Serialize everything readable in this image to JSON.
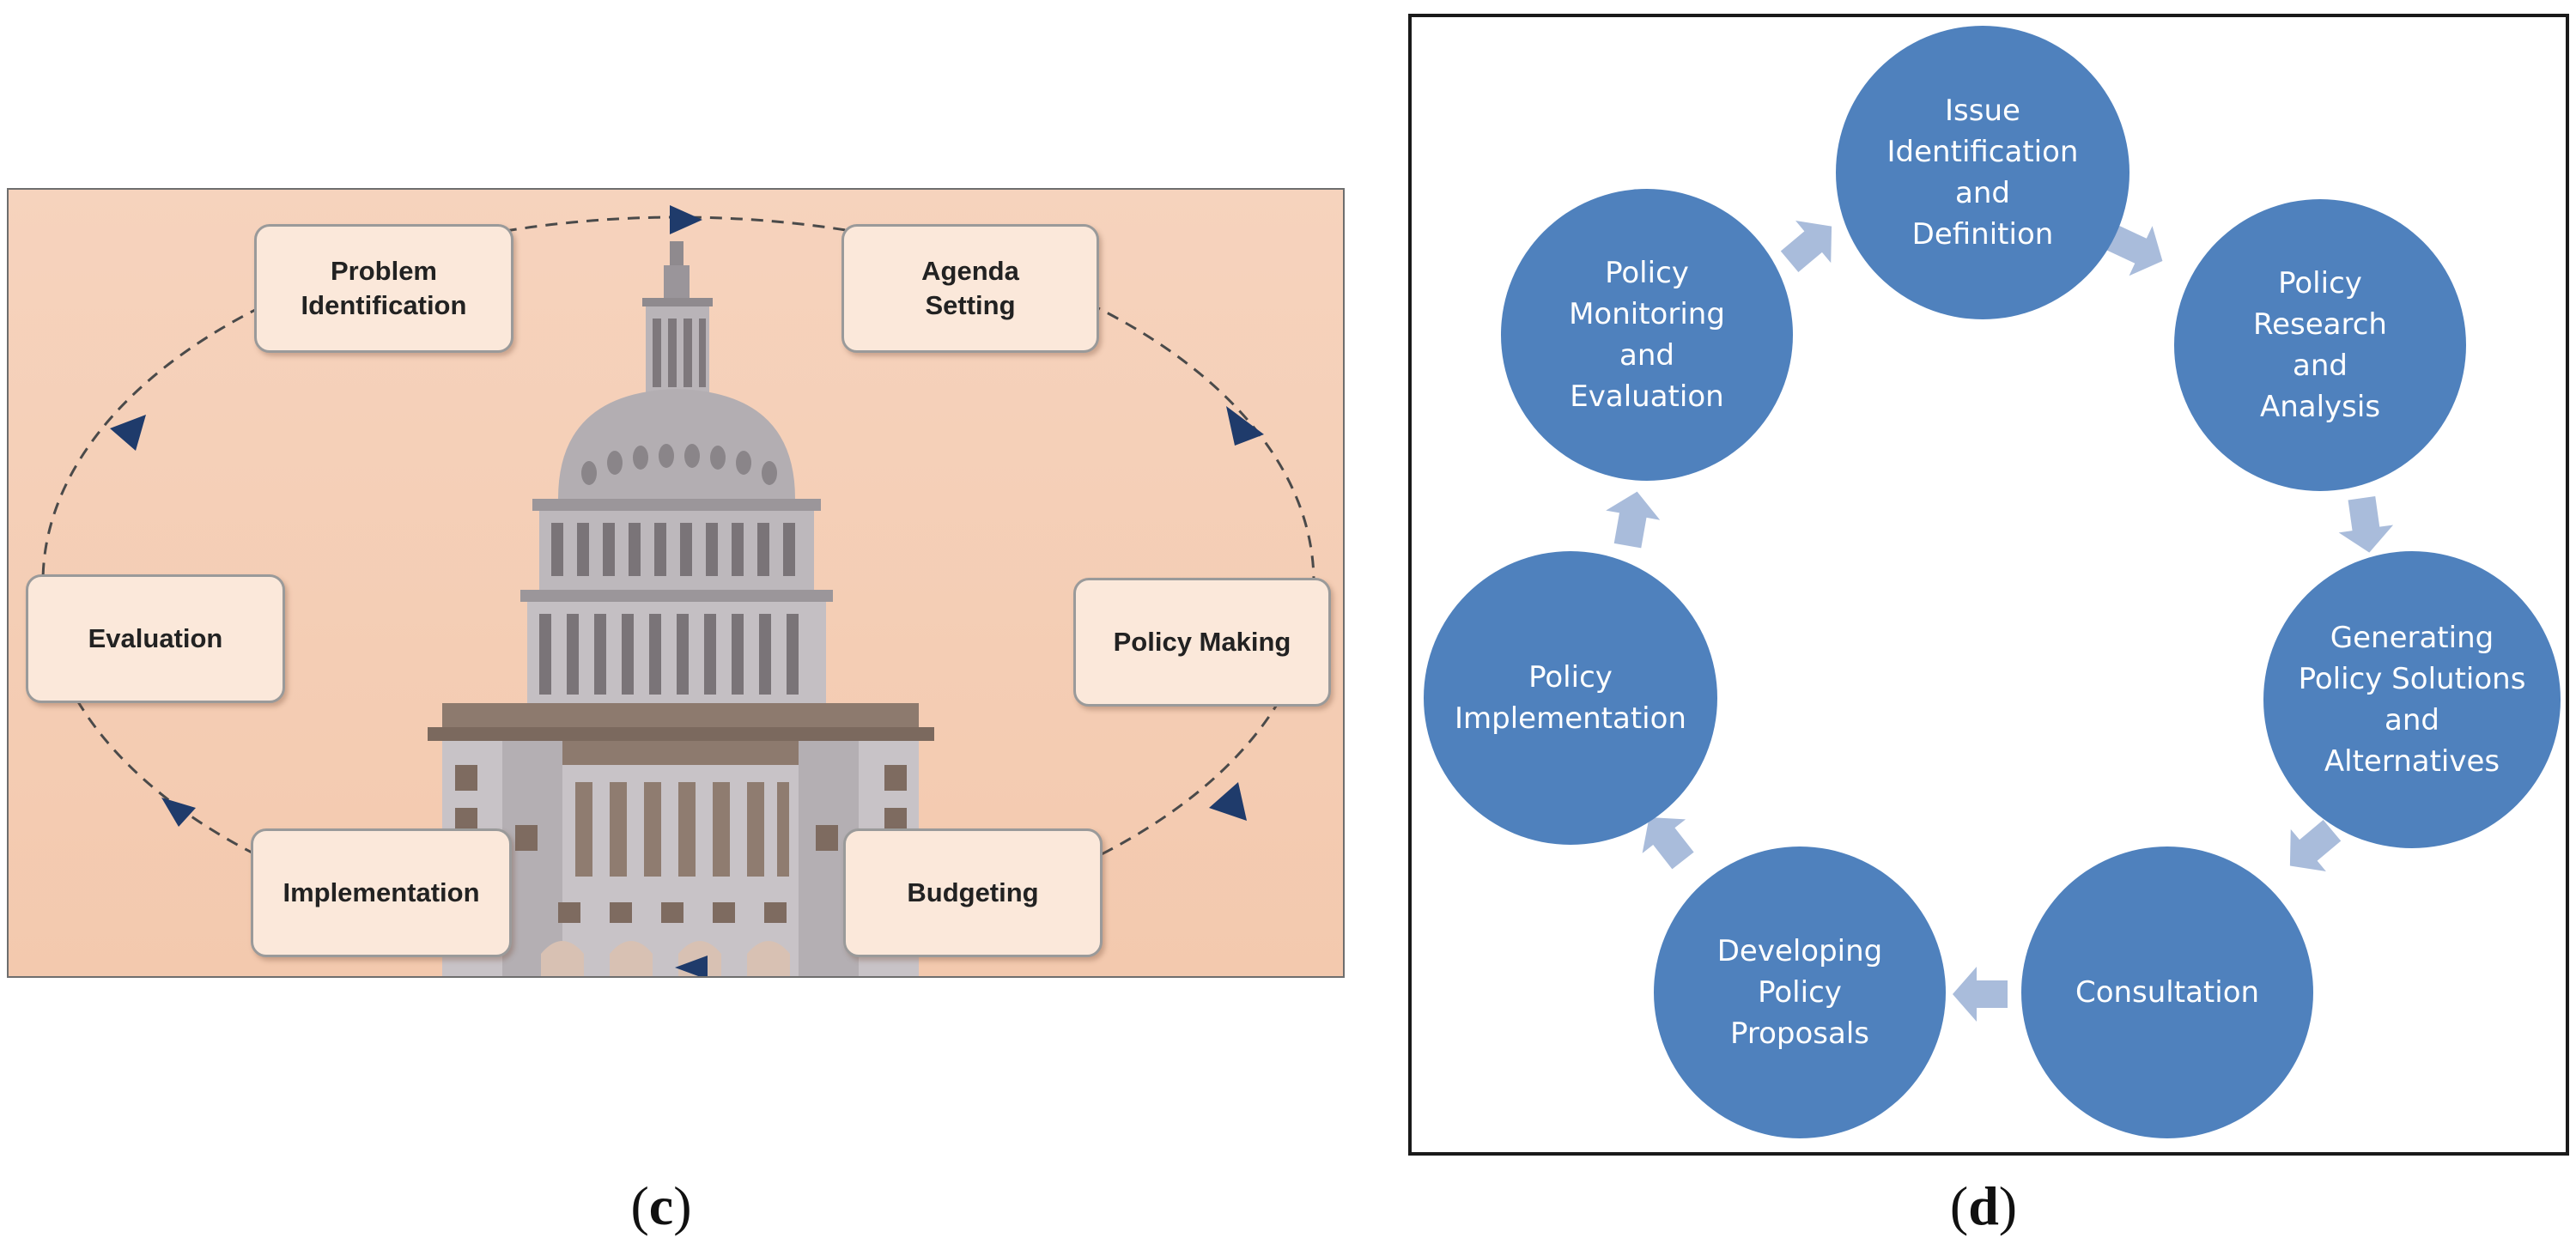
{
  "panel_c": {
    "stages": [
      {
        "label": "Problem\nIdentification"
      },
      {
        "label": "Agenda\nSetting"
      },
      {
        "label": "Policy Making"
      },
      {
        "label": "Budgeting"
      },
      {
        "label": "Implementation"
      },
      {
        "label": "Evaluation"
      }
    ],
    "caption_letter": "c",
    "colors": {
      "background": "#f4cdb3",
      "box": "#fbe8da",
      "arrow": "#1f3b6b",
      "building": "#a7a2a6"
    }
  },
  "panel_d": {
    "steps": [
      {
        "label": "Issue\nIdentification\nand\nDefinition"
      },
      {
        "label": "Policy\nResearch\nand\nAnalysis"
      },
      {
        "label": "Generating\nPolicy Solutions\nand\nAlternatives"
      },
      {
        "label": "Consultation"
      },
      {
        "label": "Developing\nPolicy\nProposals"
      },
      {
        "label": "Policy\nImplementation"
      },
      {
        "label": "Policy\nMonitoring\nand\nEvaluation"
      }
    ],
    "caption_letter": "d",
    "colors": {
      "circle": "#4f81bd",
      "arrow": "#a9bcdb",
      "border": "#1a1a1a"
    }
  }
}
